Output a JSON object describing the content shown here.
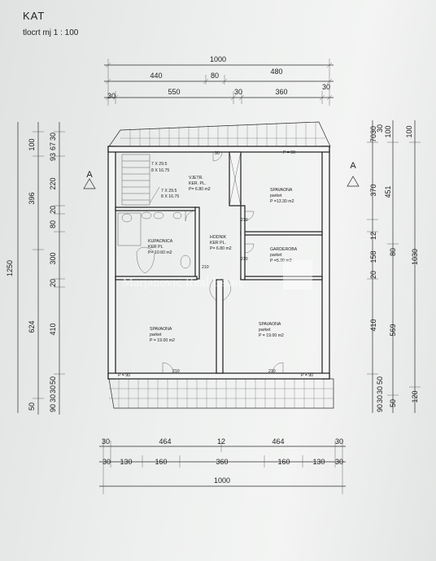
{
  "header": {
    "title": "KAT",
    "subtitle": "tlocrt  mj 1 : 100"
  },
  "section_marker": "A",
  "dimensions": {
    "top_overall": "1000",
    "top_row2": [
      "440",
      "80",
      "480"
    ],
    "top_row3": [
      "30",
      "550",
      "30",
      "360",
      "30"
    ],
    "bottom_row1": [
      "30",
      "464",
      "12",
      "464",
      "30"
    ],
    "bottom_row2": [
      "30",
      "130",
      "160",
      "360",
      "160",
      "130",
      "30"
    ],
    "bottom_overall": "1000",
    "left_overall": "1250",
    "left_col2": [
      "100",
      "396",
      "624",
      "50"
    ],
    "left_col3": [
      "30",
      "67",
      "93",
      "220",
      "20",
      "80",
      "300",
      "20",
      "410",
      "50",
      "30",
      "30",
      "90"
    ],
    "right_col1": [
      "30",
      "70",
      "30",
      "370",
      "12",
      "158",
      "80",
      "20",
      "410",
      "50",
      "30",
      "30",
      "90"
    ],
    "right_col2": [
      "100",
      "451",
      "569",
      "50"
    ],
    "right_col3": [
      "100",
      "1030",
      "120"
    ]
  },
  "rooms": {
    "stairs": [
      "7 X 29.5",
      "8 X 16.75"
    ],
    "stairs2": [
      "7 X 29.5",
      "8 X 16.75"
    ],
    "vjetr": [
      "VJETR.",
      "KER. PL.",
      "P= 6.80 m2"
    ],
    "spavaona_ne": [
      "SPAVAONA",
      "parket",
      "P =13.30  m2"
    ],
    "kupaonica": [
      "KUPAONICA",
      "KER PL",
      "P= 10.60  m2"
    ],
    "hodnik": [
      "HODNIK",
      "KER PL.",
      "P= 6.80 m2"
    ],
    "garderoba": [
      "GARDEROBA",
      "parket",
      "P =5.70  m2"
    ],
    "spavaona_sw": [
      "SPAVAONA",
      "parket",
      "P = 19.00  m2"
    ],
    "spavaona_se": [
      "SPAVAONA",
      "parket",
      "P = 19.00  m2"
    ]
  },
  "window_tags": {
    "p90": "P = 90",
    "d210": "210",
    "d90": "90"
  },
  "watermark": "Marjanović Real Estate"
}
